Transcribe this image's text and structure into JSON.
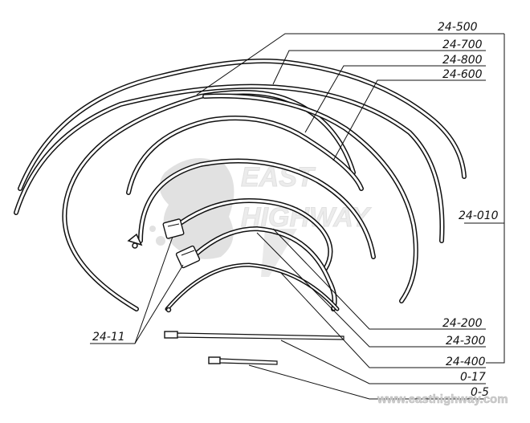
{
  "labels": {
    "l24_500": "24-500",
    "l24_700": "24-700",
    "l24_800": "24-800",
    "l24_600": "24-600",
    "l24_010": "24-010",
    "l24_200": "24-200",
    "l24_300": "24-300",
    "l24_400": "24-400",
    "l0_17": "0-17",
    "l0_5": "0-5",
    "l24_11": "24-11"
  },
  "watermark": {
    "logo_line1": "EAST",
    "logo_line2": "HIGHWAY",
    "url": "www.easthighway.com"
  },
  "colors": {
    "ink": "#111111",
    "watermark": "#c8c8c8"
  }
}
